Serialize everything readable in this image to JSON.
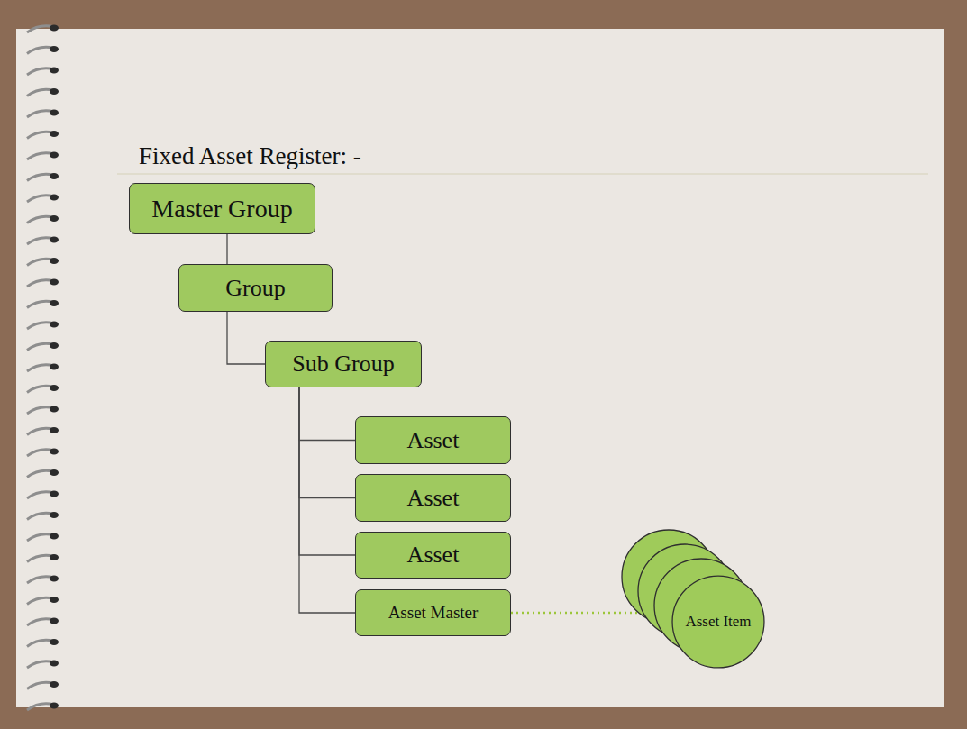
{
  "diagram": {
    "title": "Fixed Asset Register: -",
    "nodes": [
      {
        "text": [
          "Master Group"
        ]
      },
      {
        "text": [
          "Group"
        ]
      },
      {
        "text": [
          "Sub Group"
        ]
      },
      {
        "text": [
          "Asset"
        ]
      },
      {
        "text": [
          "Asset"
        ]
      },
      {
        "text": [
          "Asset"
        ]
      },
      {
        "text": [
          "Asset Master"
        ]
      },
      {
        "text": [
          "Asset Item"
        ]
      }
    ],
    "edges": [
      {
        "from": 0,
        "to": 1,
        "arrow": "none"
      },
      {
        "from": 1,
        "to": 2,
        "arrow": "none"
      },
      {
        "from": 2,
        "to": 3,
        "arrow": "none"
      },
      {
        "from": 2,
        "to": 4,
        "arrow": "none"
      },
      {
        "from": 2,
        "to": 5,
        "arrow": "none"
      },
      {
        "from": 2,
        "to": 6,
        "arrow": "none"
      },
      {
        "from": 6,
        "to": 7,
        "arrow": "none"
      }
    ]
  }
}
